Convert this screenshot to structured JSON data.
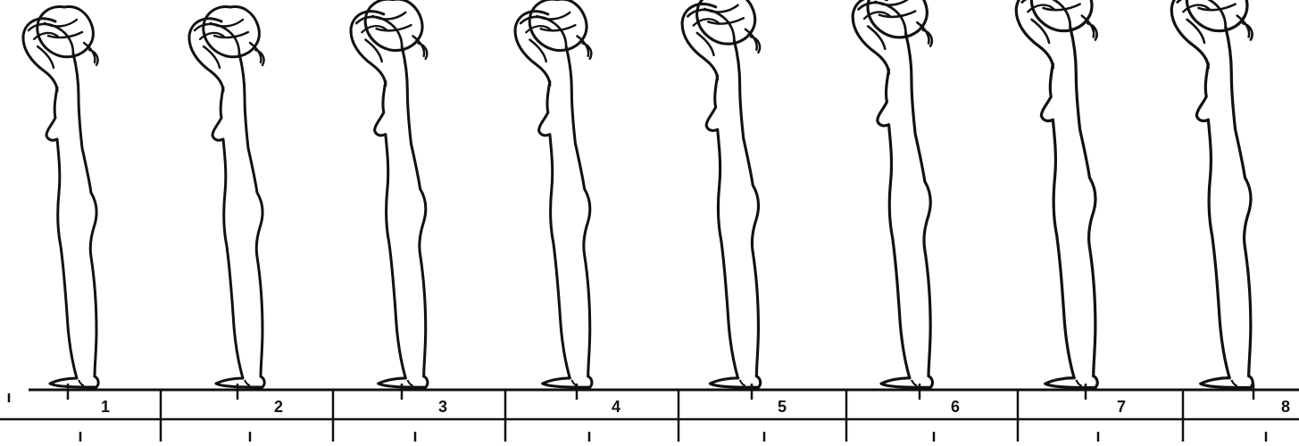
{
  "figure": {
    "panels": [
      {
        "label": "1"
      },
      {
        "label": "2"
      },
      {
        "label": "3"
      },
      {
        "label": "4"
      },
      {
        "label": "5"
      },
      {
        "label": "6"
      },
      {
        "label": "7"
      },
      {
        "label": "8"
      }
    ],
    "line_color": "#111111",
    "background": "#ffffff"
  }
}
